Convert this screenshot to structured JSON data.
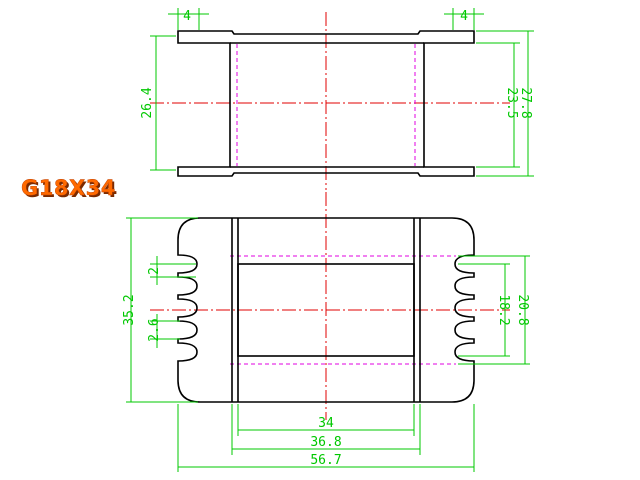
{
  "part_code": "G18X34",
  "colors": {
    "outline": "#000000",
    "dimension": "#00c800",
    "centerline": "#e00000",
    "hidden": "#e000e0",
    "title_fill": "#ff6a00",
    "title_shadow": "#7a2a00"
  },
  "top_view": {
    "dim_flange_left": "4",
    "dim_flange_right": "4",
    "dim_overall_height": "26.4",
    "dim_inner_height": "23.5",
    "dim_outer_height": "27.8"
  },
  "front_view": {
    "dim_slot_pitch": "2",
    "dim_total_height": "35.2",
    "dim_tooth_gap": "2.6",
    "dim_window_height": "18.2",
    "dim_core_height": "20.8",
    "dim_window_width": "34",
    "dim_flange_width": "36.8",
    "dim_overall_width": "56.7"
  }
}
